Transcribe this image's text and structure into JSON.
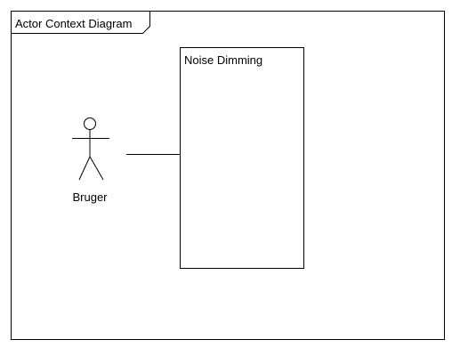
{
  "frame": {
    "title": "Actor Context Diagram"
  },
  "actor": {
    "name": "Bruger"
  },
  "system": {
    "name": "Noise Dimming"
  }
}
